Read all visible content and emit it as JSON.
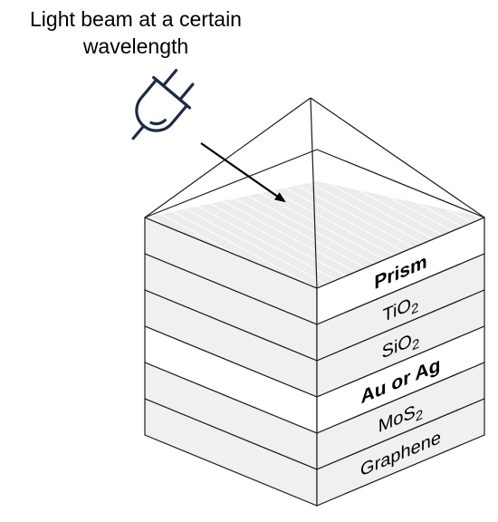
{
  "caption": {
    "line1": "Light beam at a certain",
    "line2": "wavelength"
  },
  "icon": "light-source-bulb-icon",
  "layers": [
    {
      "id": "prism",
      "label": "Prism",
      "sub": "",
      "bold": true,
      "front": "#f0f0f0",
      "side": "#ffffff"
    },
    {
      "id": "tio2",
      "label": "TiO",
      "sub": "2",
      "bold": false,
      "front": "#f0f0f0",
      "side": "#f0f0f0"
    },
    {
      "id": "sio2",
      "label": "SiO",
      "sub": "2",
      "bold": false,
      "front": "#f0f0f0",
      "side": "#f0f0f0"
    },
    {
      "id": "au-or-ag",
      "label": "Au or Ag",
      "sub": "",
      "bold": true,
      "front": "#ffffff",
      "side": "#ffffff"
    },
    {
      "id": "mos2",
      "label": "MoS",
      "sub": "2",
      "bold": false,
      "front": "#f0f0f0",
      "side": "#f0f0f0"
    },
    {
      "id": "graphene",
      "label": "Graphene",
      "sub": "",
      "bold": false,
      "front": "#f0f0f0",
      "side": "#f0f0f0"
    }
  ],
  "colors": {
    "outline": "#1a1a1a",
    "icon": "#1f2a44",
    "top_face": "#ececec"
  }
}
